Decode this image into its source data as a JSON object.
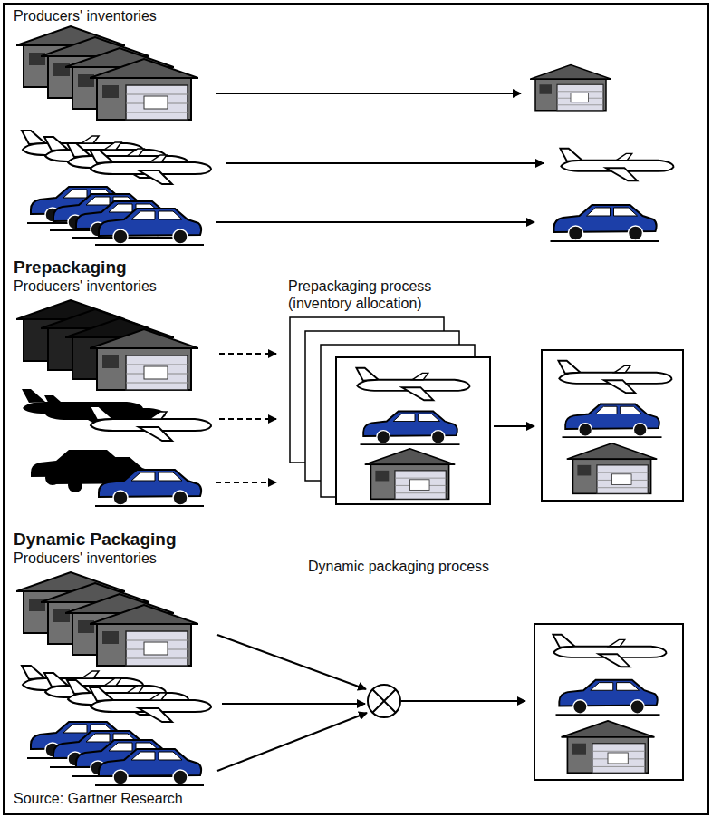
{
  "diagram": {
    "labels": [
      "Producers' inventories",
      "Prepackaging",
      "Producers' inventories",
      "Prepackaging process (inventory allocation)",
      "Dynamic Packaging",
      "Producers' inventories",
      "Dynamic packaging process",
      "Source: Gartner Research"
    ]
  }
}
